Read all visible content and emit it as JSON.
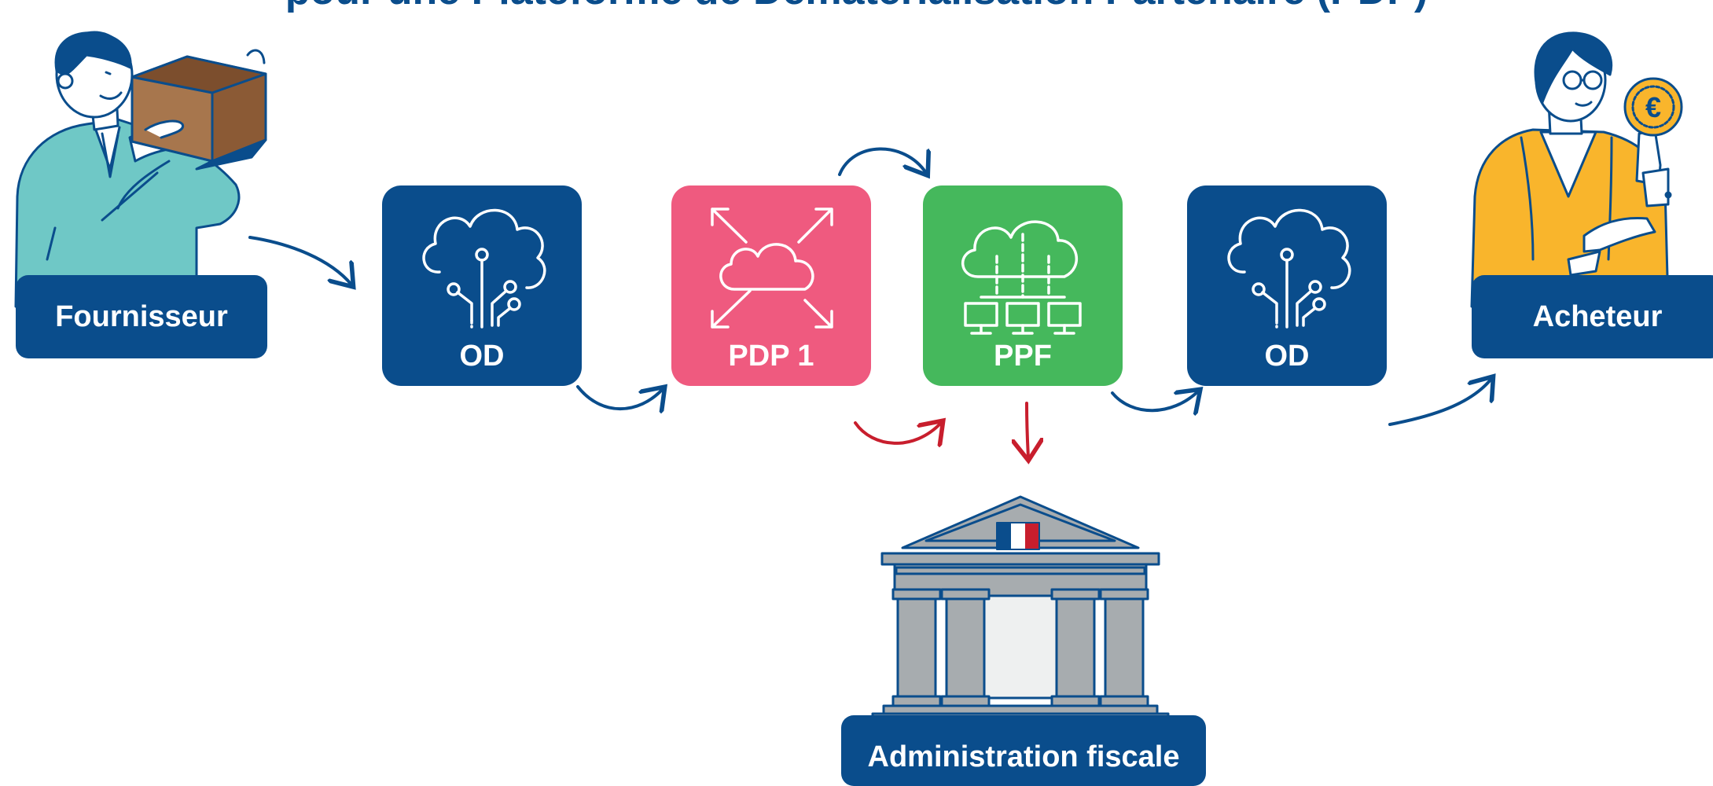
{
  "title": "pour une Plateforme de Dématérialisation Partenaire (PDP)",
  "colors": {
    "navy": "#0a4d8c",
    "pink": "#ef5a7f",
    "green": "#45b85c",
    "red": "#c81e2d",
    "building_grey": "#a7acaf"
  },
  "actors": {
    "supplier": "Fournisseur",
    "buyer": "Acheteur",
    "tax_admin": "Administration fiscale"
  },
  "nodes": [
    {
      "label": "OD",
      "color": "#0a4d8c",
      "icon": "digital-tree-icon"
    },
    {
      "label": "PDP 1",
      "color": "#ef5a7f",
      "icon": "cloud-arrows-icon"
    },
    {
      "label": "PPF",
      "color": "#45b85c",
      "icon": "cloud-network-icon"
    },
    {
      "label": "OD",
      "color": "#0a4d8c",
      "icon": "digital-tree-icon"
    }
  ],
  "icons": {
    "supplier_illustration": "man-holding-box-icon",
    "buyer_illustration": "woman-holding-euro-coin-icon",
    "tax_building": "government-building-icon",
    "euro": "€"
  }
}
